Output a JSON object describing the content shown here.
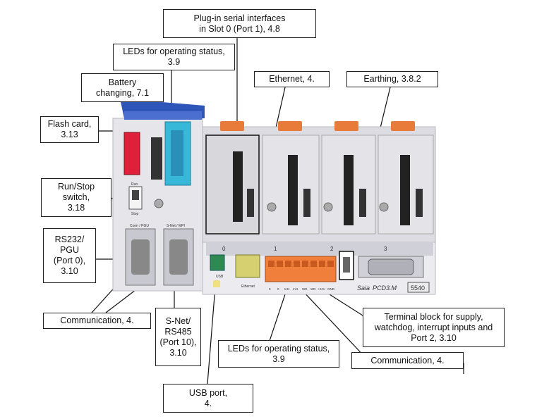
{
  "callouts": {
    "serial": [
      "Plug-in serial interfaces",
      "in Slot 0 (Port 1), 4.8"
    ],
    "leds_top": [
      "LEDs for operating status,",
      "3.9"
    ],
    "battery": [
      "Battery",
      "changing, 7.1"
    ],
    "flash": [
      "Flash card,",
      "3.13"
    ],
    "runstop": [
      "Run/Stop",
      "switch,",
      "3.18"
    ],
    "rs232": [
      "RS232/",
      "PGU",
      "(Port 0),",
      "3.10"
    ],
    "comm_left": [
      "Communication, 4."
    ],
    "snet": [
      "S-Net/",
      "RS485",
      "(Port 10),",
      "3.10"
    ],
    "ethernet": [
      "Ethernet, 4."
    ],
    "earthing": [
      "Earthing, 3.8.2"
    ],
    "terminal": [
      "Terminal block for supply,",
      "watchdog, interrupt inputs and",
      "Port 2, 3.10"
    ],
    "leds_bottom": [
      "LEDs for operating status,",
      "3.9"
    ],
    "comm_right": [
      "Communication, 4."
    ],
    "usb": [
      "USB port,",
      "4."
    ]
  },
  "device_labels": {
    "run": "Run",
    "stop": "Stop",
    "conn_pgu": "Conn / PGU",
    "snet_mpi": "S-Net / MPI",
    "usb": "USB",
    "ethernet": "Ethernet",
    "terminal_pins": [
      "0",
      "0",
      "Int1",
      "Int1",
      "WD",
      "WD",
      "+24V",
      "GND"
    ],
    "brand": "Saia",
    "model": "PCD3.M",
    "model_number": "5540",
    "slot_numbers": [
      "0",
      "1",
      "2",
      "3"
    ]
  },
  "colors": {
    "case": "#e6e6ea",
    "battery_cover": "#2e55b8",
    "flash_card": "#e0203a",
    "slot_led": "#38b8d8",
    "orange_clip": "#e87a3a",
    "terminal": "#f07f3c",
    "usb_port": "#2e8a50",
    "ethernet_port": "#d6d070"
  }
}
